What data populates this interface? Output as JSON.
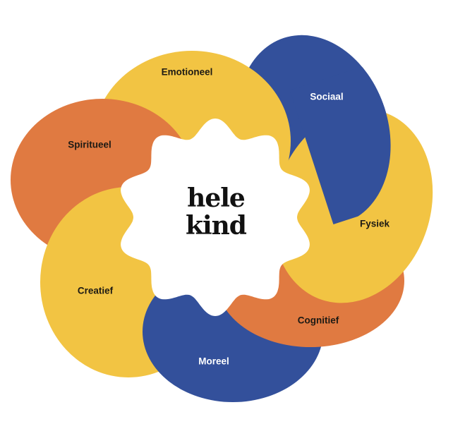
{
  "center": {
    "line1": "hele",
    "line2": "kind"
  },
  "petals": [
    {
      "label": "Emotioneel",
      "color": "#F2C443"
    },
    {
      "label": "Sociaal",
      "color": "#33509B"
    },
    {
      "label": "Fysiek",
      "color": "#F2C443"
    },
    {
      "label": "Cognitief",
      "color": "#E07A41"
    },
    {
      "label": "Moreel",
      "color": "#33509B"
    },
    {
      "label": "Creatief",
      "color": "#F2C443"
    },
    {
      "label": "Spiritueel",
      "color": "#E07A41"
    }
  ]
}
